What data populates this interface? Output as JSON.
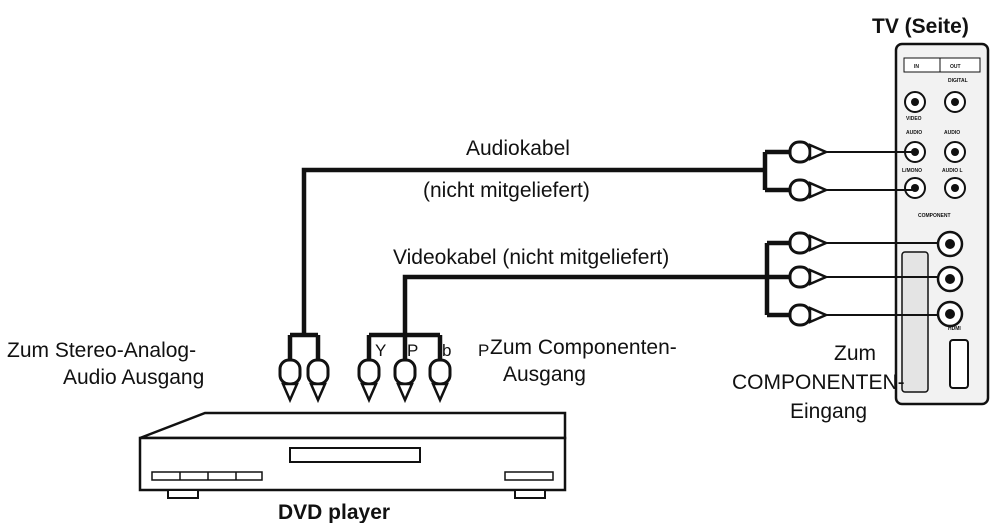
{
  "labels": {
    "tv_title": "TV (Seite)",
    "audio_cable": "Audiokabel",
    "audio_cable_note": "(nicht mitgeliefert)",
    "video_cable": "Videokabel (nicht mitgeliefert)",
    "stereo_out_1": "Zum Stereo-Analog-",
    "stereo_out_2": "Audio Ausgang",
    "component_out_1": "Zum Componenten-",
    "component_out_2": "Ausgang",
    "component_in_1": "Zum",
    "component_in_2": "COMPONENTEN-",
    "component_in_3": "Eingang",
    "dvd_player": "DVD player",
    "plug_y": "Y",
    "plug_pr": "P",
    "plug_b": "b",
    "plug_p_sub": "P"
  },
  "tv_panel": {
    "in": "IN",
    "out": "OUT",
    "video": "VIDEO",
    "audio": "AUDIO",
    "l_mono": "L/MONO",
    "digital": "DIGITAL",
    "audio_l": "AUDIO L",
    "component": "COMPONENT",
    "hdmi": "HDMI"
  }
}
